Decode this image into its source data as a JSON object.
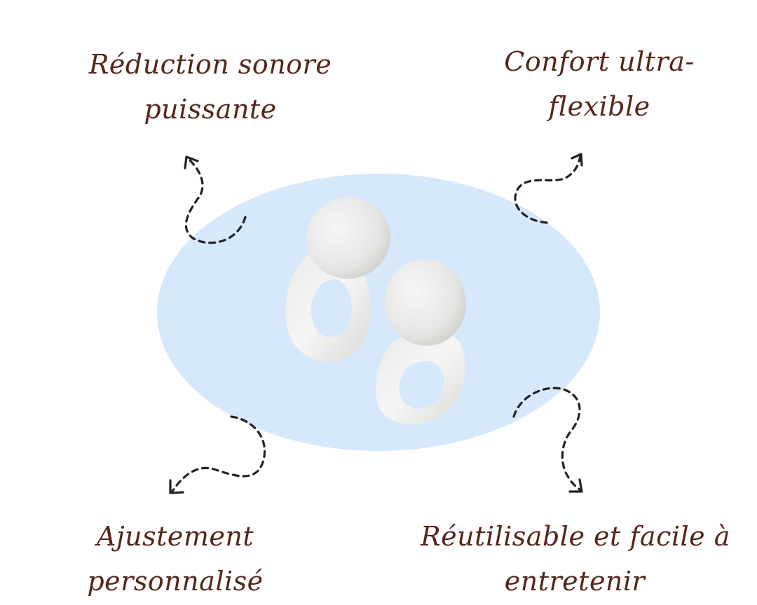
{
  "features": {
    "top_left": {
      "line1": "Réduction sonore",
      "line2": "puissante"
    },
    "top_right": {
      "line1": "Confort ultra-",
      "line2": "flexible"
    },
    "bottom_left": {
      "line1": "Ajustement",
      "line2": "personnalisé"
    },
    "bottom_right": {
      "line1": "Réutilisable et facile à",
      "line2": "entretenir"
    }
  },
  "colors": {
    "text": "#5a2516",
    "ellipse": "#d6e8fb",
    "arrow": "#222222",
    "earplug": "#efefef"
  }
}
